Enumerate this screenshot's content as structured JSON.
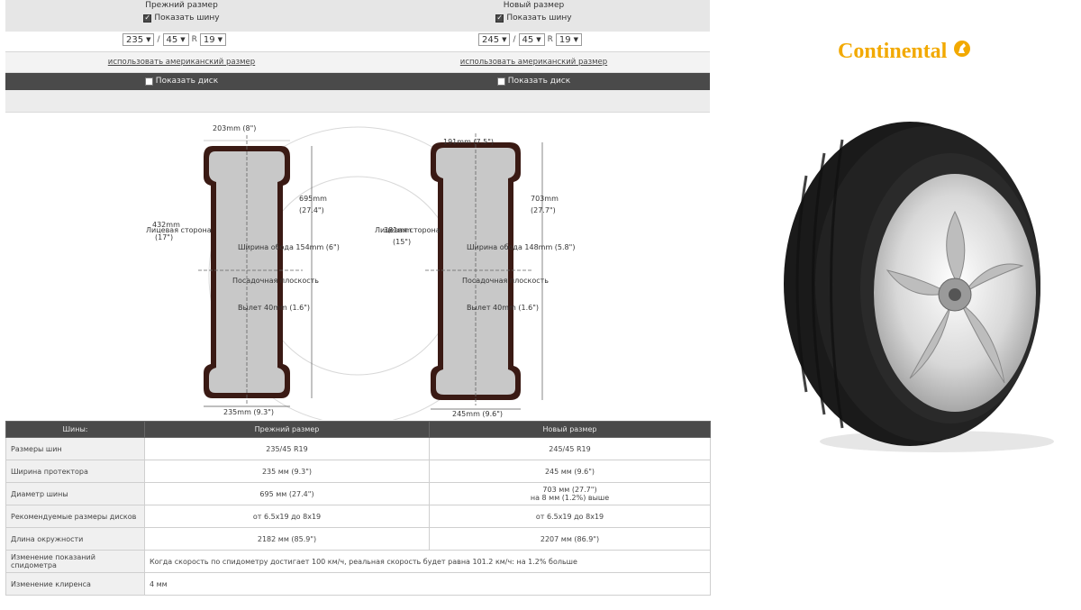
{
  "header": {
    "old_title": "Прежний размер",
    "new_title": "Новый размер",
    "show_tire_old": "Показать шину",
    "show_tire_new": "Показать шину",
    "show_disk_old": "Показать диск",
    "show_disk_new": "Показать диск",
    "show_tire_checked": true,
    "show_disk_checked": false
  },
  "old_size": {
    "width": "235",
    "profile": "45",
    "r": "R",
    "rim": "19"
  },
  "new_size": {
    "width": "245",
    "profile": "45",
    "r": "R",
    "rim": "19"
  },
  "links": {
    "american_old": "использовать американский размер",
    "american_new": "использовать американский размер"
  },
  "drawing": {
    "old": {
      "top_width": "203mm (8\")",
      "diameter": "695mm",
      "diameter_in": "(27.4\")",
      "rim_diam": "432mm",
      "rim_diam_in": "(17\")",
      "face": "Лицевая сторона",
      "rim_width": "Ширина обода 154mm (6\")",
      "mount": "Посадочная плоскость",
      "offset": "Вылет 40mm (1.6\")",
      "bottom_width": "235mm (9.3\")"
    },
    "new": {
      "top_width": "191mm (7.5\")",
      "diameter": "703mm",
      "diameter_in": "(27.7\")",
      "rim_diam": "381mm",
      "rim_diam_in": "(15\")",
      "face": "Лицевая сторона",
      "rim_width": "Ширина обода 148mm (5.8\")",
      "mount": "Посадочная плоскость",
      "offset": "Вылет 40mm (1.6\")",
      "bottom_width": "245mm (9.6\")"
    }
  },
  "table": {
    "headers": [
      "Шины:",
      "Прежний размер",
      "Новый размер"
    ],
    "rows": [
      {
        "label": "Размеры шин",
        "old": "235/45 R19",
        "new": "245/45 R19",
        "new2": ""
      },
      {
        "label": "Ширина протектора",
        "old": "235 мм (9.3\")",
        "new": "245 мм (9.6\")",
        "new2": ""
      },
      {
        "label": "Диаметр шины",
        "old": "695 мм (27.4\")",
        "new": "703 мм (27.7\")",
        "new2": "на 8 мм (1.2%) выше"
      },
      {
        "label": "Рекомендуемые размеры дисков",
        "old": "от 6.5x19 до 8x19",
        "new": "от 6.5x19 до 8x19",
        "new2": ""
      },
      {
        "label": "Длина окружности",
        "old": "2182 мм (85.9\")",
        "new": "2207 мм (86.9\")",
        "new2": ""
      }
    ],
    "wide_rows": [
      {
        "label": "Изменение показаний спидометра",
        "value": "Когда скорость по спидометру достигает 100 км/ч, реальная скорость будет равна 101.2 км/ч: на 1.2% больше"
      },
      {
        "label": "Изменение клиренса",
        "value": "4 мм"
      }
    ]
  },
  "brand": {
    "name": "Continental",
    "color": "#f2a900"
  }
}
